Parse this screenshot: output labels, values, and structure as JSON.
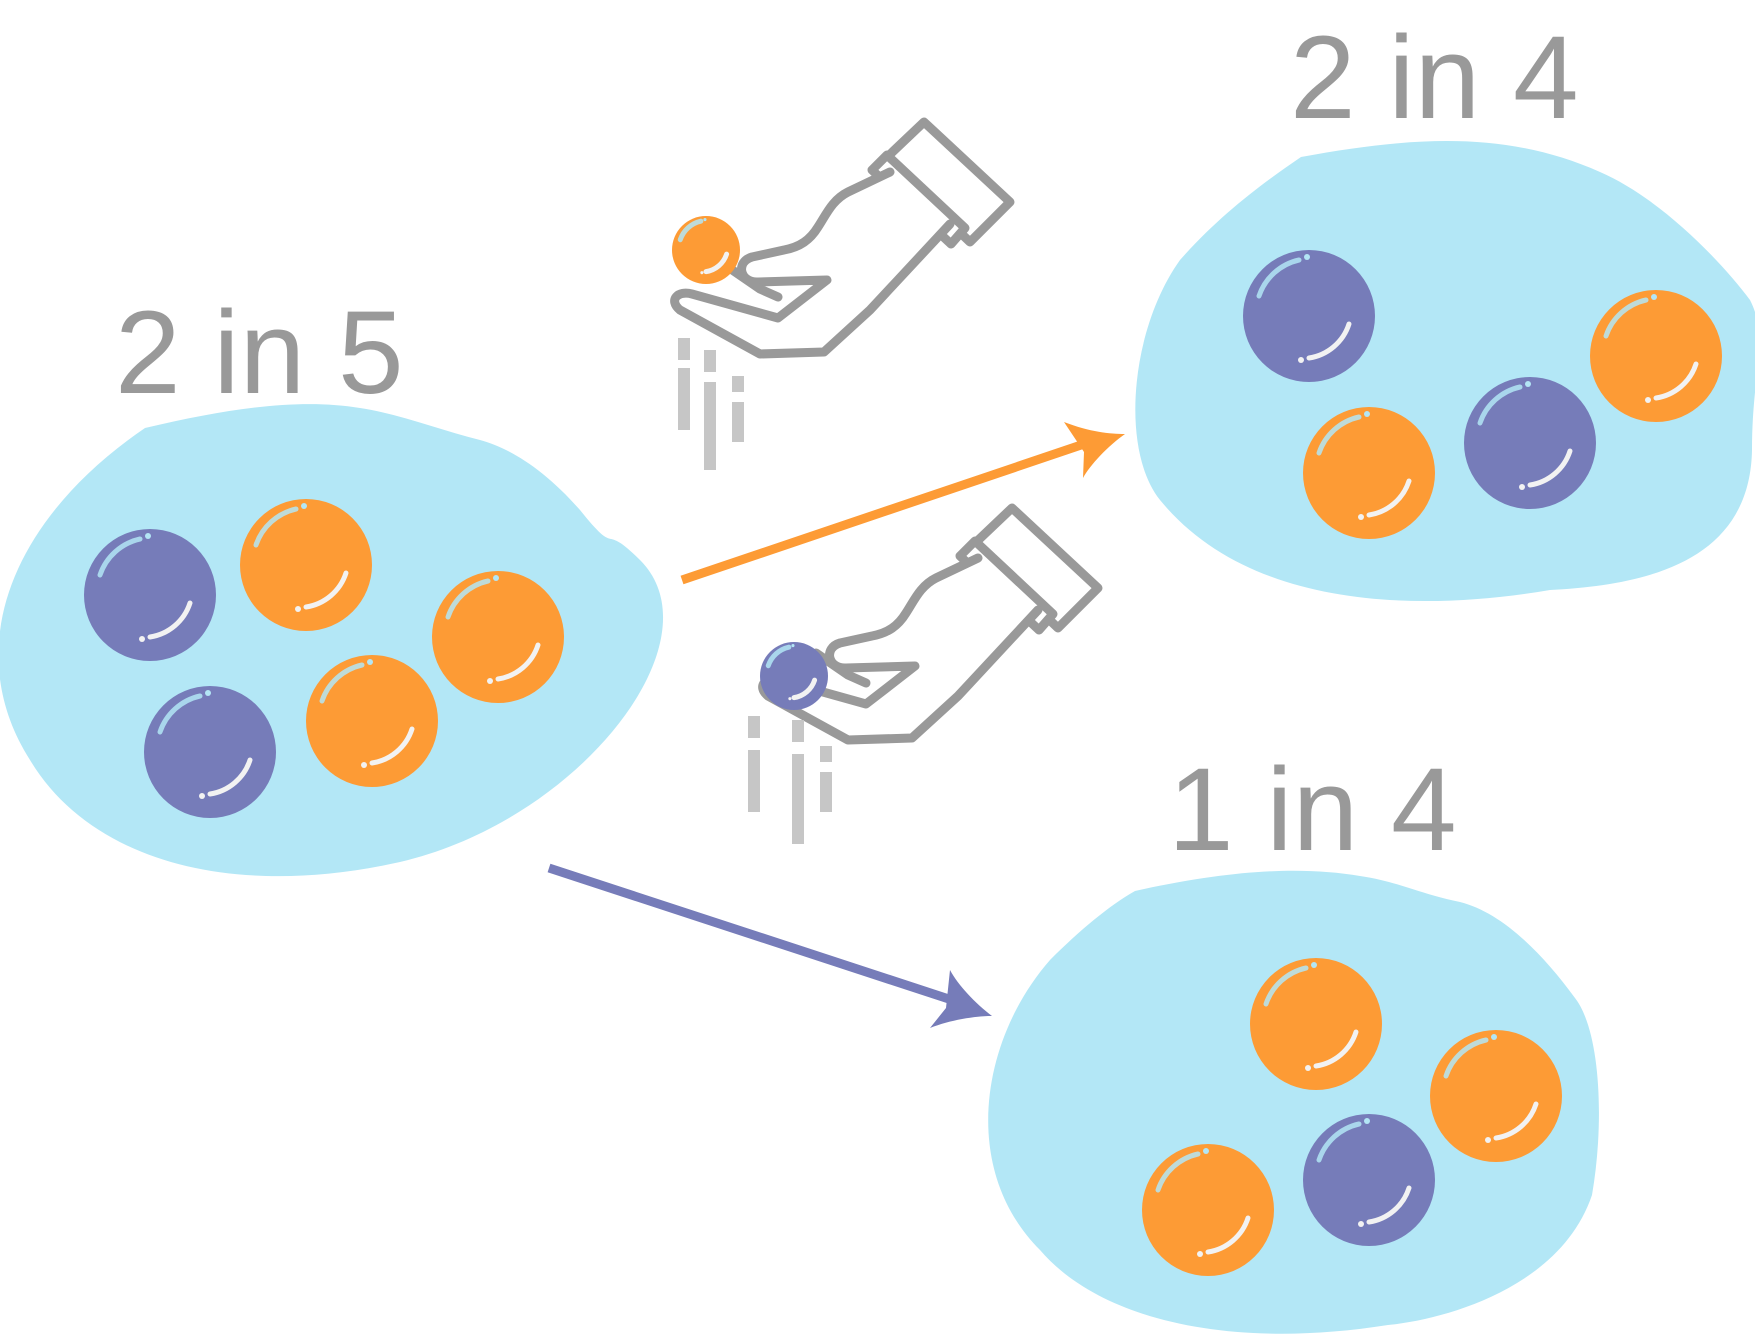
{
  "colors": {
    "background": "#ffffff",
    "pool": "#b3e7f6",
    "purple": "#767cb9",
    "orange": "#fd9b35",
    "label": "#999999",
    "hand_stroke": "#999999",
    "motion_lines": "#c6c6c6"
  },
  "pools": [
    {
      "id": "start",
      "label": "2 in 5",
      "purple_count": 2,
      "total_count": 5,
      "balls": [
        "purple",
        "orange",
        "orange",
        "purple",
        "orange"
      ]
    },
    {
      "id": "after-orange",
      "label": "2 in 4",
      "purple_count": 2,
      "total_count": 4,
      "balls": [
        "purple",
        "orange",
        "purple",
        "orange"
      ]
    },
    {
      "id": "after-purple",
      "label": "1 in 4",
      "purple_count": 1,
      "total_count": 4,
      "balls": [
        "orange",
        "orange",
        "purple",
        "orange"
      ]
    }
  ],
  "draws": [
    {
      "id": "draw-orange",
      "ball": "orange",
      "from": "start",
      "to": "after-orange",
      "arrow_color": "orange"
    },
    {
      "id": "draw-purple",
      "ball": "purple",
      "from": "start",
      "to": "after-purple",
      "arrow_color": "purple"
    }
  ]
}
